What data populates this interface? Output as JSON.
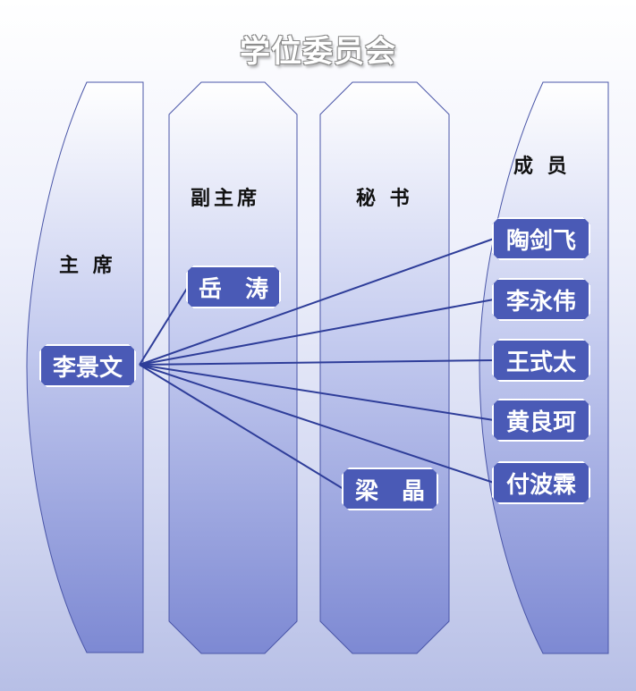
{
  "title": "学位委员会",
  "columns": {
    "chair": {
      "label": "主 席",
      "members": [
        "李景文"
      ]
    },
    "vice_chair": {
      "label": "副主席",
      "members": [
        "岳　涛"
      ]
    },
    "secretary": {
      "label": "秘 书",
      "members": [
        "梁　晶"
      ]
    },
    "members": {
      "label": "成 员",
      "members": [
        "陶剑飞",
        "李永伟",
        "王式太",
        "黄良珂",
        "付波霖"
      ]
    }
  },
  "colors": {
    "box_fill": "#4a5ab6",
    "line": "#2e3d99",
    "column_border": "#4a56a8"
  }
}
